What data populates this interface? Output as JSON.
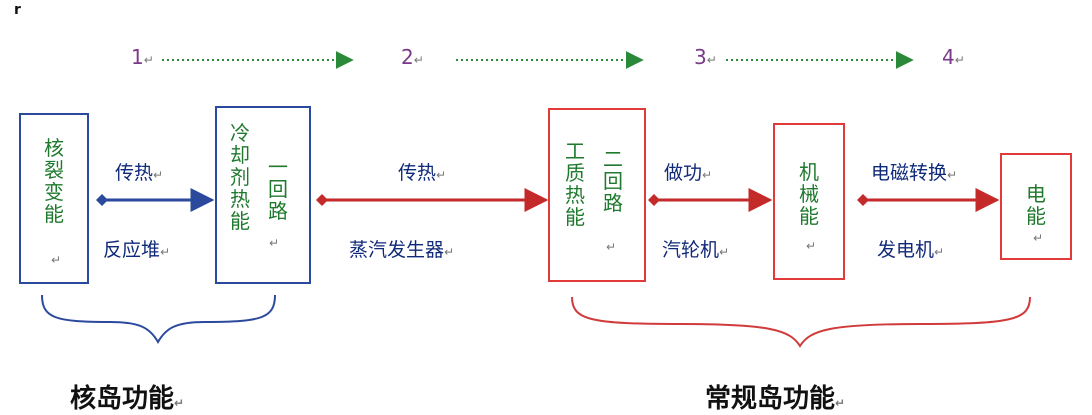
{
  "corner_mark": "r",
  "steps": [
    "1",
    "2",
    "3",
    "4"
  ],
  "boxes": {
    "fission": "核裂变能",
    "coolant_col1": "冷却剂热能",
    "coolant_col2": "一回路",
    "working_col1": "工质热能",
    "working_col2": "二回路",
    "mechanical": "机械能",
    "electric": "电能"
  },
  "labels": {
    "heat_transfer_1": "传热",
    "reactor": "反应堆",
    "heat_transfer_2": "传热",
    "steam_generator": "蒸汽发生器",
    "work": "做功",
    "turbine": "汽轮机",
    "em_conversion": "电磁转换",
    "generator": "发电机"
  },
  "groups": {
    "nuclear_island": "核岛功能",
    "conventional_island": "常规岛功能"
  },
  "colors": {
    "blue": "#2b4a9e",
    "red": "#e03a3a",
    "green_text": "#1f7a2e",
    "step_purple": "#7a3a8a",
    "dotted_green": "#2a8a3a"
  }
}
